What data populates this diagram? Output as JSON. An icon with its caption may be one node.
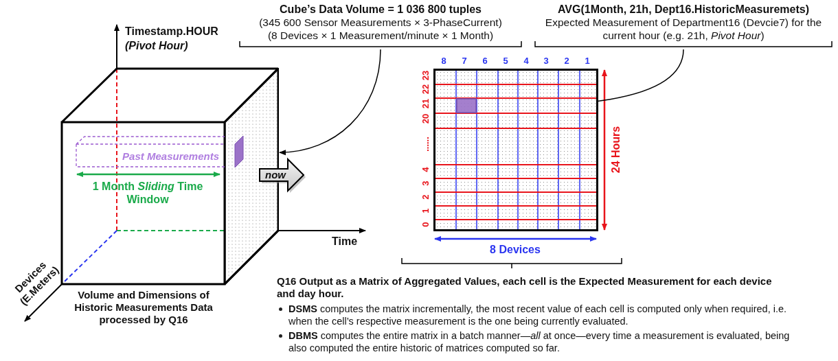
{
  "diagram": {
    "nodes": [
      {
        "text": [
          "Cube’s Data Volume = 1 036 800 tuples",
          "(345 600 Sensor Measurements × 3-PhaseCurrent)",
          "(8 Devices × 1 Measurement/minute × 1 Month)"
        ]
      },
      {
        "text": [],
        "shape": "box"
      },
      {
        "text": [
          "AVG(1Month, 21h, Dept16.HistoricMeasuremets)",
          "Expected Measurement of Department16 (Devcie7) for the current hour (e.g. 21h, *Pivot Hour*)"
        ]
      },
      {
        "text": [],
        "shape": "box"
      },
      {
        "text": [],
        "shape": "box",
        "in": 3
      },
      {
        "text": [
          "Past Measurements"
        ]
      },
      {
        "text": [
          "now"
        ]
      }
    ],
    "edges": [
      {
        "from": 0,
        "to": 1,
        "arrow": "to"
      },
      {
        "from": 2,
        "to": 4,
        "arrow": "other"
      }
    ],
    "labels": [
      "Timestamp.HOUR",
      "(Pivot Hour)",
      "1 Month *Sliding* Time Window",
      "Time",
      "Devices (E.Meters)",
      "Volume and Dimensions of Historic Measurements Data processed by Q16",
      "8",
      "7",
      "6",
      "5",
      "4",
      "3",
      "2",
      "1",
      "23",
      "22",
      "21",
      "20",
      "......",
      "4",
      "3",
      "2",
      "1",
      "0",
      "24 Hours",
      "8 Devices",
      "Q16 Output as a Matrix of Aggregated Values, each cell is the Expected Measurement for each device and day hour.",
      "**DSMS** computes the matrix incrementally, the most recent value of each cell is computed only when required, i.e. when the cell’s respective measurement is the one being currently evaluated.",
      "**DBMS** computes the entire matrix in a batch manner—*all* at once—every time a measurement is evaluated, being also computed the entire historic of matrices computed so far."
    ]
  }
}
